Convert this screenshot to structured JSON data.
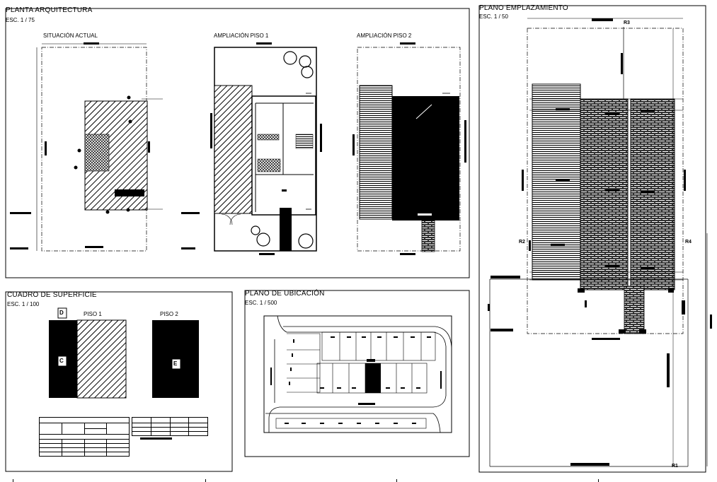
{
  "planta": {
    "title": "PLANTA ARQUITECTURA",
    "scale": "ESC. 1 / 75",
    "views": [
      {
        "label": "SITUACIÓN ACTUAL"
      },
      {
        "label": "AMPLIACIÓN PISO 1"
      },
      {
        "label": "AMPLIACIÓN PISO 2"
      }
    ]
  },
  "superficie": {
    "title": "CUADRO DE SUPERFICIE",
    "scale": "ESC. 1 / 100",
    "piso1": "PISO 1",
    "piso2": "PISO 2",
    "tags": [
      "D",
      "C",
      "E"
    ]
  },
  "ubicacion": {
    "title": "PLANO DE UBICACIÓN",
    "scale": "ESC. 1 / 500"
  },
  "emplazamiento": {
    "title": "PLANO EMPLAZAMIENTO",
    "scale": "ESC. 1 / 50",
    "markers": [
      "R3",
      "R2",
      "R4",
      "R1"
    ]
  },
  "colors": {
    "ink": "#000000",
    "paper": "#ffffff"
  }
}
